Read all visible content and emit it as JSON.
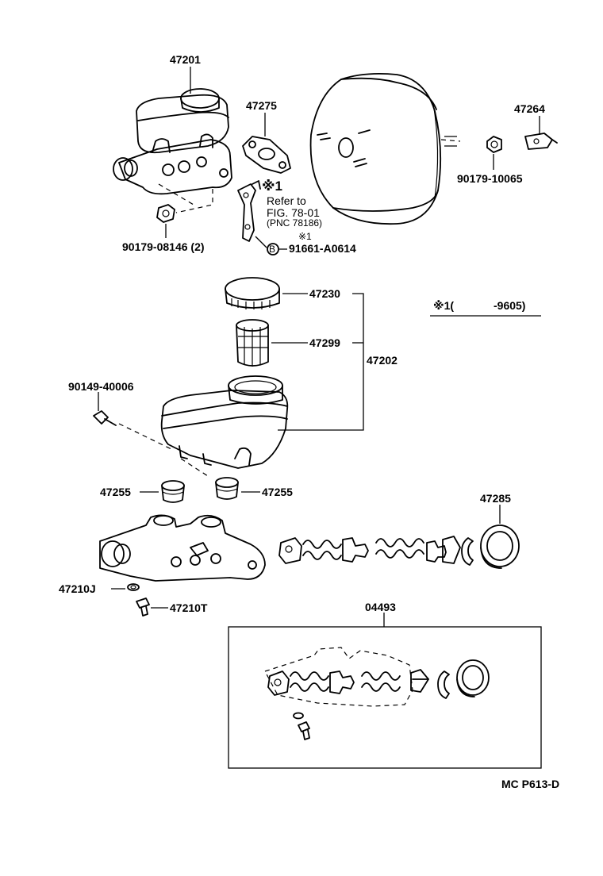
{
  "labels": {
    "p47201": "47201",
    "p47275": "47275",
    "p47264": "47264",
    "p90179_10065": "90179-10065",
    "note_mark": "※1",
    "refer_line1": "Refer to",
    "refer_line2": "FIG. 78-01",
    "refer_line3": "(PNC 78186)",
    "bolt_note_mark": "※1",
    "bolt_circle": "B",
    "p91661_A0614": "91661-A0614",
    "p90179_08146": "90179-08146 (2)",
    "p47230": "47230",
    "p47299": "47299",
    "p47202": "47202",
    "legend_mark": "※1(",
    "legend_value": "-9605)",
    "p90149_40006": "90149-40006",
    "p47255_left": "47255",
    "p47255_right": "47255",
    "p47285": "47285",
    "p47210J": "47210J",
    "p47210T": "47210T",
    "p04493": "04493",
    "figure_code": "MC  P613-D"
  }
}
